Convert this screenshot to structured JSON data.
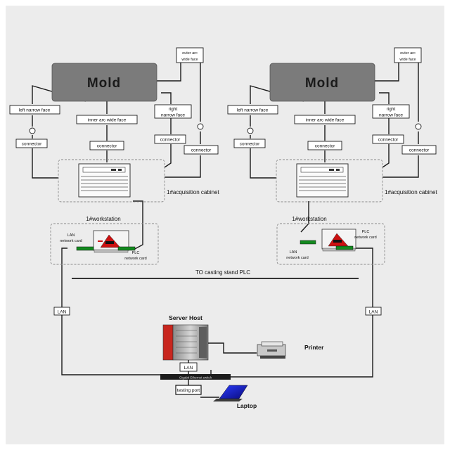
{
  "left": {
    "mold": "Mold",
    "outer_arc": [
      "outer arc",
      "wide face"
    ],
    "left_narrow": "left narrow face",
    "inner_arc": "inner arc wide face",
    "right_narrow": [
      "right",
      "narrow face"
    ],
    "c1": "connector",
    "c2": "connector",
    "c3": "connector",
    "c4": "connector",
    "cabinet": "1#acquisition cabinet",
    "workstation": "1#workstation",
    "lan_card": [
      "LAN",
      "network card"
    ],
    "plc_card": [
      "PLC",
      "network card"
    ]
  },
  "right": {
    "mold": "Mold",
    "outer_arc": [
      "outer arc",
      "wide face"
    ],
    "left_narrow": "left narrow face",
    "inner_arc": "inner arc wide face",
    "right_narrow": [
      "right",
      "narrow face"
    ],
    "c1": "connector",
    "c2": "connector",
    "c3": "connector",
    "c4": "connector",
    "cabinet": "1#acquisition cabinet",
    "workstation": "1#workstation",
    "lan_card": [
      "LAN",
      "network card"
    ],
    "plc_card": [
      "PLC",
      "network card"
    ]
  },
  "plc_bus": "TO casting stand PLC",
  "lan_left": "LAN",
  "lan_right": "LAN",
  "server": "Server Host",
  "server_lan": "LAN",
  "switch_label": "Gigabit Ethernet switch",
  "printer": "Printer",
  "tp_label": "testing port",
  "laptop": "Laptop"
}
